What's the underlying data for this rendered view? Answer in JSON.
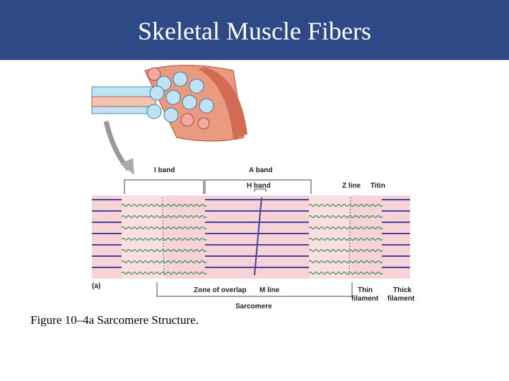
{
  "slide": {
    "title": "Skeletal Muscle Fibers",
    "caption": "Figure 10–4a Sarcomere Structure."
  },
  "diagram": {
    "labels": {
      "i_band": "I band",
      "a_band": "A band",
      "h_band": "H band",
      "z_line": "Z line",
      "titin": "Titin",
      "panel": "(a)",
      "zone_of_overlap": "Zone of overlap",
      "m_line": "M line",
      "thin_filament_1": "Thin",
      "thin_filament_2": "filament",
      "thick_filament_1": "Thick",
      "thick_filament_2": "filament",
      "sarcomere": "Sarcomere"
    }
  },
  "colors": {
    "title_bar": "#2e4a86",
    "thin_filament": "#3e8a5c",
    "thick_filament": "#4a3f9a",
    "band_pink": "#f6d3d6"
  }
}
